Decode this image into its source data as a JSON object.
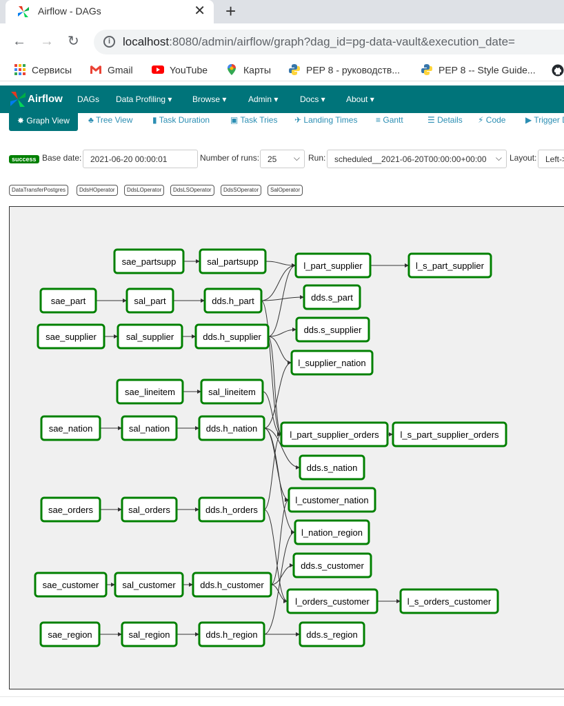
{
  "browser": {
    "tab_title": "Airflow - DAGs",
    "tab_close": "✕",
    "new_tab": "+",
    "back": "←",
    "forward": "→",
    "reload": "↻",
    "info": "i",
    "url_host": "localhost",
    "url_rest": ":8080/admin/airflow/graph?dag_id=pg-data-vault&execution_date=",
    "bookmarks": [
      {
        "label": "Сервисы",
        "icon": "apps-grid-icon"
      },
      {
        "label": "Gmail",
        "icon": "gmail-icon"
      },
      {
        "label": "YouTube",
        "icon": "youtube-icon"
      },
      {
        "label": "Карты",
        "icon": "maps-pin-icon"
      },
      {
        "label": "PEP 8 - руководств...",
        "icon": "python-icon"
      },
      {
        "label": "PEP 8 -- Style Guide...",
        "icon": "python-icon"
      }
    ]
  },
  "airflow_nav": {
    "brand": "Airflow",
    "menu": [
      "DAGs",
      "Data Profiling ▾",
      "Browse ▾",
      "Admin ▾",
      "Docs ▾",
      "About ▾"
    ]
  },
  "view_tabs": [
    {
      "label": "Graph View",
      "icon": "✸"
    },
    {
      "label": "Tree View",
      "icon": "♣"
    },
    {
      "label": "Task Duration",
      "icon": "▮"
    },
    {
      "label": "Task Tries",
      "icon": "▣"
    },
    {
      "label": "Landing Times",
      "icon": "✈"
    },
    {
      "label": "Gantt",
      "icon": "≡"
    },
    {
      "label": "Details",
      "icon": "☰"
    },
    {
      "label": "Code",
      "icon": "⚡"
    },
    {
      "label": "Trigger DAG",
      "icon": "▶"
    }
  ],
  "controls": {
    "status_badge": "success",
    "base_date_label": "Base date:",
    "base_date_value": "2021-06-20 00:00:01",
    "num_runs_label": "Number of runs:",
    "num_runs_value": "25",
    "run_label": "Run:",
    "run_value": "scheduled__2021-06-20T00:00:00+00:00",
    "layout_label": "Layout:",
    "layout_value": "Left->Right"
  },
  "operators": [
    "DataTransferPostgres",
    "DdsHOperator",
    "DdsLOperator",
    "DdsLSOperator",
    "DdsSOperator",
    "SalOperator"
  ],
  "colors": {
    "node_border": "#008000",
    "nav_bg": "#00747a",
    "graph_bg": "#f0f0f0"
  },
  "graph": {
    "nodes": [
      {
        "id": "sae_partsupp",
        "label": "sae_partsupp"
      },
      {
        "id": "sal_partsupp",
        "label": "sal_partsupp"
      },
      {
        "id": "l_part_supplier",
        "label": "l_part_supplier"
      },
      {
        "id": "l_s_part_supplier",
        "label": "l_s_part_supplier"
      },
      {
        "id": "sae_part",
        "label": "sae_part"
      },
      {
        "id": "sal_part",
        "label": "sal_part"
      },
      {
        "id": "dds_h_part",
        "label": "dds.h_part"
      },
      {
        "id": "dds_s_part",
        "label": "dds.s_part"
      },
      {
        "id": "sae_supplier",
        "label": "sae_supplier"
      },
      {
        "id": "sal_supplier",
        "label": "sal_supplier"
      },
      {
        "id": "dds_h_supplier",
        "label": "dds.h_supplier"
      },
      {
        "id": "dds_s_supplier",
        "label": "dds.s_supplier"
      },
      {
        "id": "l_supplier_nation",
        "label": "l_supplier_nation"
      },
      {
        "id": "sae_lineitem",
        "label": "sae_lineitem"
      },
      {
        "id": "sal_lineitem",
        "label": "sal_lineitem"
      },
      {
        "id": "sae_nation",
        "label": "sae_nation"
      },
      {
        "id": "sal_nation",
        "label": "sal_nation"
      },
      {
        "id": "dds_h_nation",
        "label": "dds.h_nation"
      },
      {
        "id": "l_part_supplier_orders",
        "label": "l_part_supplier_orders"
      },
      {
        "id": "l_s_part_supplier_orders",
        "label": "l_s_part_supplier_orders"
      },
      {
        "id": "dds_s_nation",
        "label": "dds.s_nation"
      },
      {
        "id": "sae_orders",
        "label": "sae_orders"
      },
      {
        "id": "sal_orders",
        "label": "sal_orders"
      },
      {
        "id": "dds_h_orders",
        "label": "dds.h_orders"
      },
      {
        "id": "l_customer_nation",
        "label": "l_customer_nation"
      },
      {
        "id": "l_nation_region",
        "label": "l_nation_region"
      },
      {
        "id": "dds_s_customer",
        "label": "dds.s_customer"
      },
      {
        "id": "sae_customer",
        "label": "sae_customer"
      },
      {
        "id": "sal_customer",
        "label": "sal_customer"
      },
      {
        "id": "dds_h_customer",
        "label": "dds.h_customer"
      },
      {
        "id": "l_orders_customer",
        "label": "l_orders_customer"
      },
      {
        "id": "l_s_orders_customer",
        "label": "l_s_orders_customer"
      },
      {
        "id": "sae_region",
        "label": "sae_region"
      },
      {
        "id": "sal_region",
        "label": "sal_region"
      },
      {
        "id": "dds_h_region",
        "label": "dds.h_region"
      },
      {
        "id": "dds_s_region",
        "label": "dds.s_region"
      }
    ],
    "edges": [
      [
        "sae_partsupp",
        "sal_partsupp"
      ],
      [
        "sal_partsupp",
        "l_part_supplier"
      ],
      [
        "l_part_supplier",
        "l_s_part_supplier"
      ],
      [
        "sae_part",
        "sal_part"
      ],
      [
        "sal_part",
        "dds_h_part"
      ],
      [
        "dds_h_part",
        "dds_s_part"
      ],
      [
        "dds_h_part",
        "l_part_supplier"
      ],
      [
        "dds_h_part",
        "l_part_supplier_orders"
      ],
      [
        "sae_supplier",
        "sal_supplier"
      ],
      [
        "sal_supplier",
        "dds_h_supplier"
      ],
      [
        "dds_h_supplier",
        "dds_s_supplier"
      ],
      [
        "dds_h_supplier",
        "l_part_supplier"
      ],
      [
        "dds_h_supplier",
        "l_supplier_nation"
      ],
      [
        "dds_h_supplier",
        "l_part_supplier_orders"
      ],
      [
        "sae_lineitem",
        "sal_lineitem"
      ],
      [
        "sal_lineitem",
        "l_part_supplier_orders"
      ],
      [
        "sae_nation",
        "sal_nation"
      ],
      [
        "sal_nation",
        "dds_h_nation"
      ],
      [
        "dds_h_nation",
        "dds_s_nation"
      ],
      [
        "dds_h_nation",
        "l_supplier_nation"
      ],
      [
        "dds_h_nation",
        "l_customer_nation"
      ],
      [
        "dds_h_nation",
        "l_nation_region"
      ],
      [
        "l_part_supplier_orders",
        "l_s_part_supplier_orders"
      ],
      [
        "sae_orders",
        "sal_orders"
      ],
      [
        "sal_orders",
        "dds_h_orders"
      ],
      [
        "dds_h_orders",
        "l_part_supplier_orders"
      ],
      [
        "dds_h_orders",
        "l_orders_customer"
      ],
      [
        "sae_customer",
        "sal_customer"
      ],
      [
        "sal_customer",
        "dds_h_customer"
      ],
      [
        "dds_h_customer",
        "dds_s_customer"
      ],
      [
        "dds_h_customer",
        "l_customer_nation"
      ],
      [
        "dds_h_customer",
        "l_orders_customer"
      ],
      [
        "l_orders_customer",
        "l_s_orders_customer"
      ],
      [
        "sae_region",
        "sal_region"
      ],
      [
        "sal_region",
        "dds_h_region"
      ],
      [
        "dds_h_region",
        "dds_s_region"
      ],
      [
        "dds_h_region",
        "l_nation_region"
      ]
    ]
  }
}
